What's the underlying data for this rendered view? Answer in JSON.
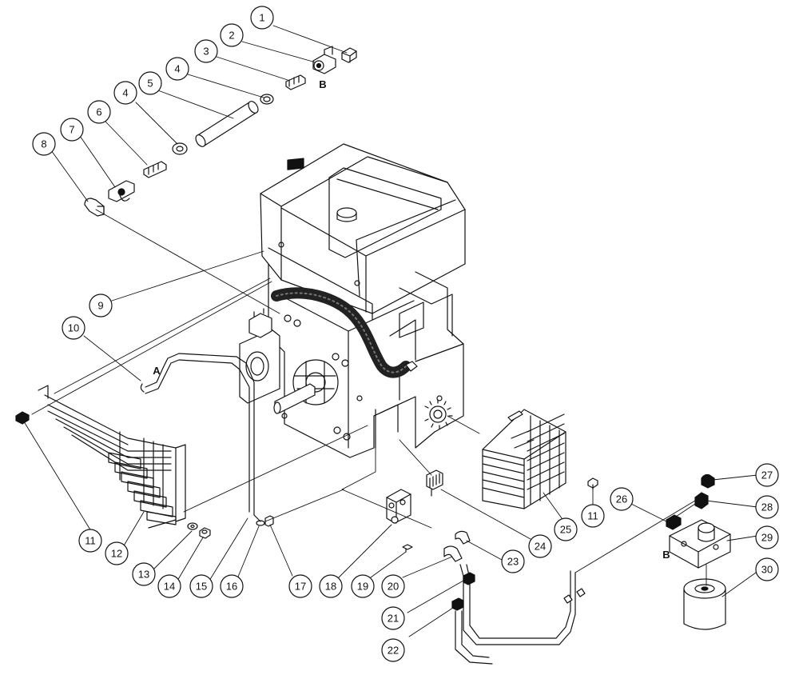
{
  "diagram": {
    "callouts": [
      {
        "n": "1"
      },
      {
        "n": "2"
      },
      {
        "n": "3"
      },
      {
        "n": "4"
      },
      {
        "n": "5"
      },
      {
        "n": "4"
      },
      {
        "n": "6"
      },
      {
        "n": "7"
      },
      {
        "n": "8"
      },
      {
        "n": "9"
      },
      {
        "n": "10"
      },
      {
        "n": "11"
      },
      {
        "n": "12"
      },
      {
        "n": "13"
      },
      {
        "n": "14"
      },
      {
        "n": "15"
      },
      {
        "n": "16"
      },
      {
        "n": "17"
      },
      {
        "n": "18"
      },
      {
        "n": "19"
      },
      {
        "n": "20"
      },
      {
        "n": "21"
      },
      {
        "n": "22"
      },
      {
        "n": "23"
      },
      {
        "n": "24"
      },
      {
        "n": "25"
      },
      {
        "n": "11"
      },
      {
        "n": "26"
      },
      {
        "n": "27"
      },
      {
        "n": "28"
      },
      {
        "n": "29"
      },
      {
        "n": "30"
      }
    ],
    "letters": [
      "B",
      "A",
      "B"
    ],
    "colors": {
      "line": "#111111",
      "hose": "#222222",
      "background": "#ffffff"
    }
  }
}
